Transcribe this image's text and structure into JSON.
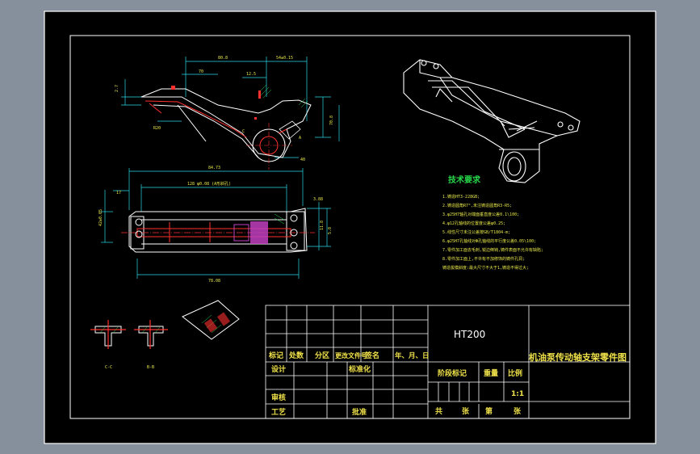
{
  "title_block": {
    "material": "HT200",
    "drawing_title": "机油泵传动轴支架零件图",
    "headers": [
      "标记",
      "处数",
      "分区",
      "更改文件号",
      "签名",
      "年、月、日"
    ],
    "design": "设计",
    "standardize": "标准化",
    "stage_mark": "阶段标记",
    "weight": "重量",
    "scale_label": "比例",
    "scale_value": "1:1",
    "review": "审核",
    "process": "工艺",
    "approve": "批准",
    "sheets_total": "共",
    "sheets": "张",
    "sheet_no": "第",
    "sheet_unit": "张"
  },
  "tech_req": {
    "heading": "技术要求",
    "items": [
      "1.铸造HT3-228GB;",
      "2.铸造圆角R7°,未注铸造圆角R3-R5;",
      "3.φ25H7轴孔对端面垂直度公差0.1\\100;",
      "4.φ12孔轴线的位置度公差φ0.25;",
      "5.线性尺寸未注公差按GB/T1804-m;",
      "6.φ25H7孔轴线对Φ孔轴线的平行度公差0.05\\100;",
      "7.零件加工面去毛刺,锐边倒钝,铸件表面不允许有缺陷;",
      "8.零件加工面上,不许有不加修饰的铸件孔洞;",
      "  铸造拔模斜度:最大尺寸不大于1,铸造不得过大;"
    ]
  },
  "dimensions": {
    "top_a": "80.8",
    "top_b": "54±0.15",
    "top_c": "70",
    "top_d": "2.7",
    "top_e": "R20",
    "top_f": "12.5",
    "top_g": "40",
    "top_h": "70.8",
    "sec_a": "A",
    "sec_c": "C",
    "mid_a": "84.73",
    "mid_b": "128 φ0.08 (A形斜孔)",
    "mid_c": "17",
    "mid_d": "42±0.05",
    "mid_e": "3.88",
    "mid_f": "11.8",
    "mid_g": "5.8",
    "mid_h": "78.08",
    "sec_label_c": "C-C",
    "sec_label_b": "B-B"
  }
}
